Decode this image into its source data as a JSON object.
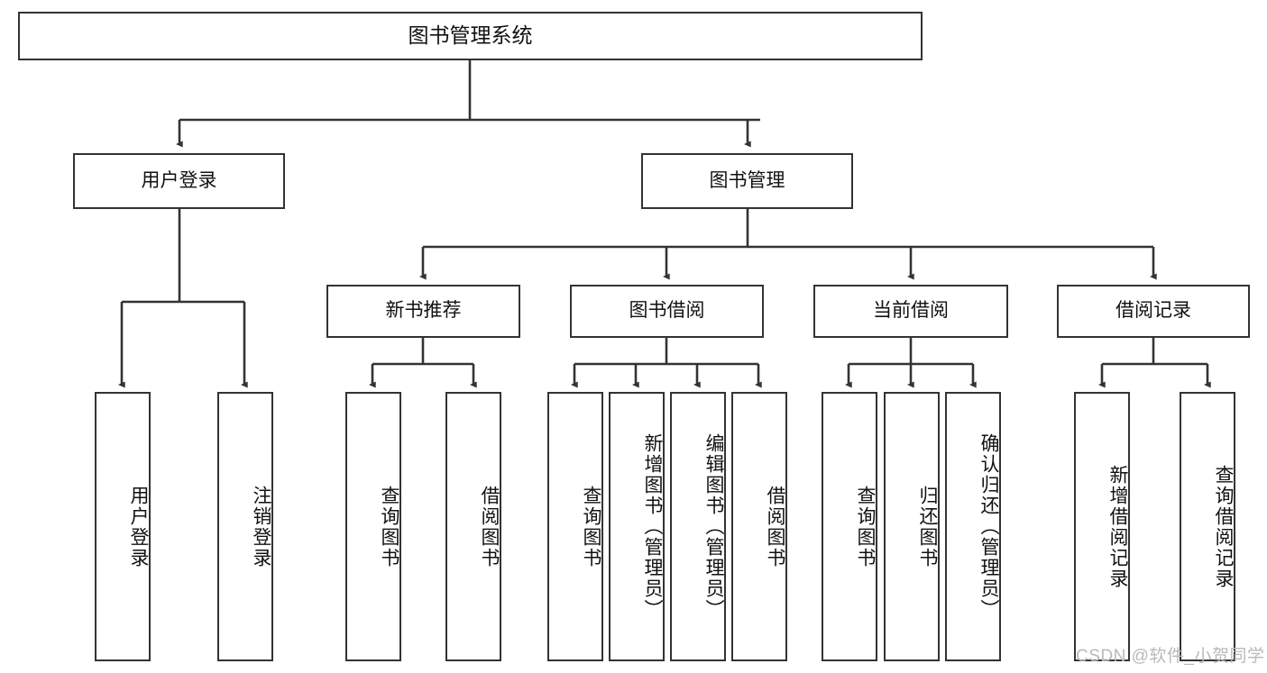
{
  "diagram": {
    "title": "图书管理系统",
    "type": "tree-hierarchy-chart",
    "orientation": "top-down",
    "colors": {
      "box_border": "#333333",
      "box_fill": "#ffffff",
      "edge": "#333333",
      "text": "#111111",
      "watermark": "#b9b9b9",
      "background": "#ffffff"
    }
  },
  "watermark": {
    "text": "CSDN @软件_小贺同学"
  },
  "nodes": {
    "root": {
      "label": "图书管理系统"
    },
    "level1": [
      {
        "id": "user-login",
        "label": "用户登录"
      },
      {
        "id": "book-management",
        "label": "图书管理"
      }
    ],
    "level2": [
      {
        "id": "new-book-recommend",
        "label": "新书推荐"
      },
      {
        "id": "book-borrow",
        "label": "图书借阅"
      },
      {
        "id": "current-borrow",
        "label": "当前借阅"
      },
      {
        "id": "borrow-record",
        "label": "借阅记录"
      }
    ],
    "leaves": [
      {
        "id": "leaf-user-login",
        "parent": "user-login",
        "label": "用户登录"
      },
      {
        "id": "leaf-user-logout",
        "parent": "user-login",
        "label": "注销登录"
      },
      {
        "id": "leaf-query-book-1",
        "parent": "new-book-recommend",
        "label": "查询图书"
      },
      {
        "id": "leaf-borrow-book-1",
        "parent": "new-book-recommend",
        "label": "借阅图书"
      },
      {
        "id": "leaf-query-book-2",
        "parent": "book-borrow",
        "label": "查询图书"
      },
      {
        "id": "leaf-add-book",
        "parent": "book-borrow",
        "label": "新增图书（管理员）"
      },
      {
        "id": "leaf-edit-book",
        "parent": "book-borrow",
        "label": "编辑图书（管理员）"
      },
      {
        "id": "leaf-borrow-book-2",
        "parent": "book-borrow",
        "label": "借阅图书"
      },
      {
        "id": "leaf-query-book-3",
        "parent": "current-borrow",
        "label": "查询图书"
      },
      {
        "id": "leaf-return-book",
        "parent": "current-borrow",
        "label": "归还图书"
      },
      {
        "id": "leaf-confirm-return",
        "parent": "current-borrow",
        "label": "确认归还（管理员）"
      },
      {
        "id": "leaf-add-record",
        "parent": "borrow-record",
        "label": "新增借阅记录"
      },
      {
        "id": "leaf-query-record",
        "parent": "borrow-record",
        "label": "查询借阅记录"
      }
    ]
  }
}
